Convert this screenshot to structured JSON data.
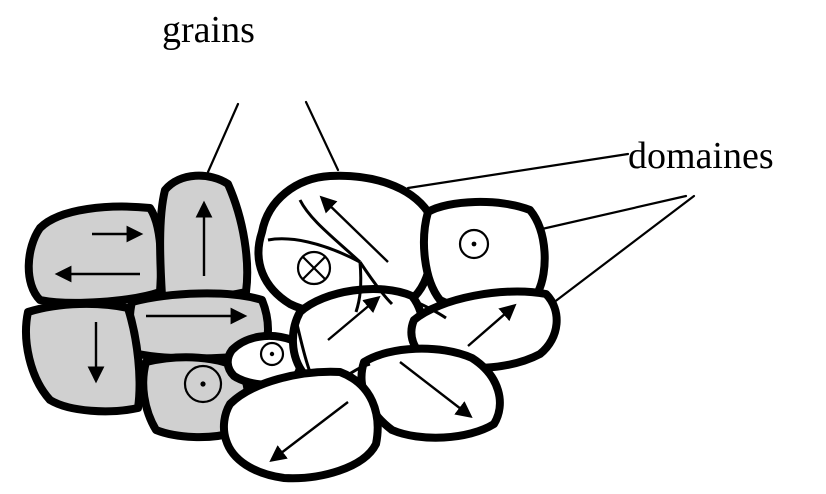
{
  "labels": {
    "grains": "grains",
    "domains": "domaines"
  },
  "colors": {
    "gray_grain": "#d0d0d0",
    "white_grain": "#ffffff",
    "outline": "#000000"
  },
  "symbols": {
    "out_of_plane": "dot-in-circle",
    "into_plane": "cross-in-circle"
  }
}
